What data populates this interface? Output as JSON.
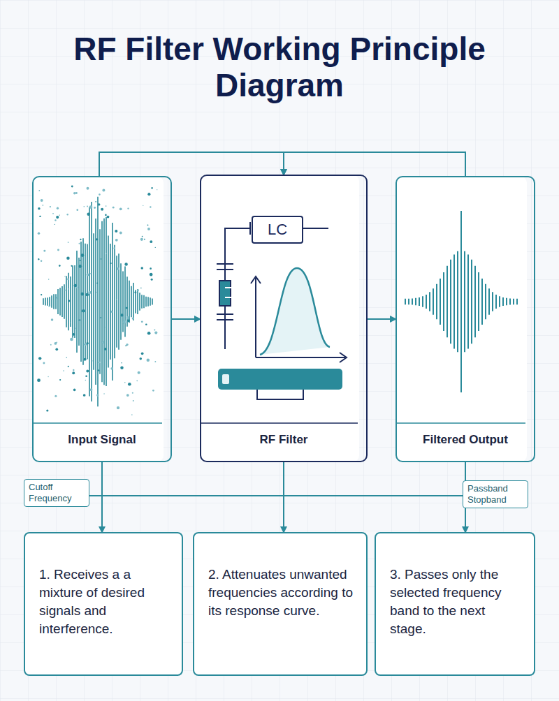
{
  "diagram": {
    "title": "RF Filter Working Principle Diagram",
    "nodes": [
      {
        "text": [
          "Input Signal"
        ]
      },
      {
        "text": [
          "RF Filter"
        ]
      },
      {
        "text": [
          "LC"
        ],
        "in": 1
      },
      {
        "text": [
          "Filtered Output"
        ]
      },
      {
        "text": [
          "Cutoff Frequency"
        ]
      },
      {
        "text": [
          "Passband Stopband"
        ]
      },
      {
        "text": [
          "1. Receives a a mixture of desired signals and interference."
        ]
      },
      {
        "text": [
          "2. Attenuates unwanted frequencies according to its response curve."
        ]
      },
      {
        "text": [
          "3. Passes only the selected frequency band to the next stage."
        ]
      }
    ],
    "edges": [
      {
        "from": 0,
        "to": 1,
        "arrow": "to"
      },
      {
        "from": 1,
        "to": 3,
        "arrow": "to"
      },
      {
        "from": 0,
        "to": 1,
        "arrow": "to"
      },
      {
        "from": 3,
        "to": 1,
        "arrow": "to"
      },
      {
        "from": 0,
        "to": 6,
        "arrow": "to"
      },
      {
        "from": 1,
        "to": 7,
        "arrow": "to"
      },
      {
        "from": 3,
        "to": 8,
        "arrow": "to"
      }
    ]
  }
}
